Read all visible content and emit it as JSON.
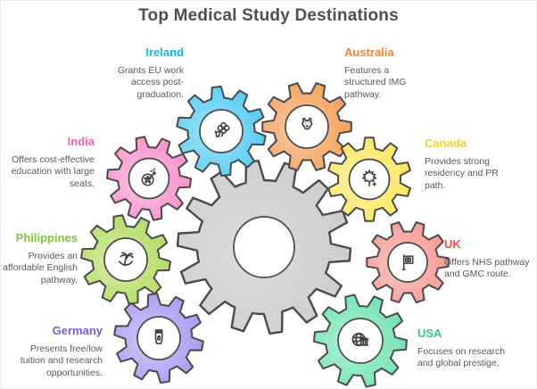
{
  "title": "Top Medical Study Destinations",
  "title_color": "#4f4f4f",
  "desc_color": "#585858",
  "outline_color": "#4a4a4a",
  "center_gear": {
    "color": "#c9c9c9"
  },
  "items": [
    {
      "id": "ireland",
      "label": "Ireland",
      "label_color": "#18b3f2",
      "gear_color": "#3ec6f4",
      "icon": "shamrock-pot-icon",
      "desc": "Grants EU work access post-graduation."
    },
    {
      "id": "australia",
      "label": "Australia",
      "label_color": "#ee8534",
      "gear_color": "#f29545",
      "icon": "kangaroo-icon",
      "desc": "Features a structured IMG pathway."
    },
    {
      "id": "india",
      "label": "India",
      "label_color": "#ee62b0",
      "gear_color": "#f783c5",
      "icon": "spinning-wheel-icon",
      "desc": "Offers cost-effective education with large seats."
    },
    {
      "id": "canada",
      "label": "Canada",
      "label_color": "#f2d22e",
      "gear_color": "#fbe34a",
      "icon": "maple-leaf-icon",
      "desc": "Provides strong residency and PR path."
    },
    {
      "id": "philippines",
      "label": "Philippines",
      "label_color": "#82c341",
      "gear_color": "#a8d84f",
      "icon": "palm-hammock-icon",
      "desc": "Provides an affordable English pathway."
    },
    {
      "id": "uk",
      "label": "UK",
      "label_color": "#ee4d44",
      "gear_color": "#f68d86",
      "icon": "medical-flag-icon",
      "desc": "Offers NHS pathway and GMC route."
    },
    {
      "id": "germany",
      "label": "Germany",
      "label_color": "#7a5cd9",
      "gear_color": "#a08ef0",
      "icon": "castle-tower-icon",
      "desc": "Presents free/low tuition and research opportunities."
    },
    {
      "id": "usa",
      "label": "USA",
      "label_color": "#2ecb8a",
      "gear_color": "#5fe0a6",
      "icon": "globe-academy-icon",
      "desc": "Focuses on research and global prestige."
    }
  ]
}
